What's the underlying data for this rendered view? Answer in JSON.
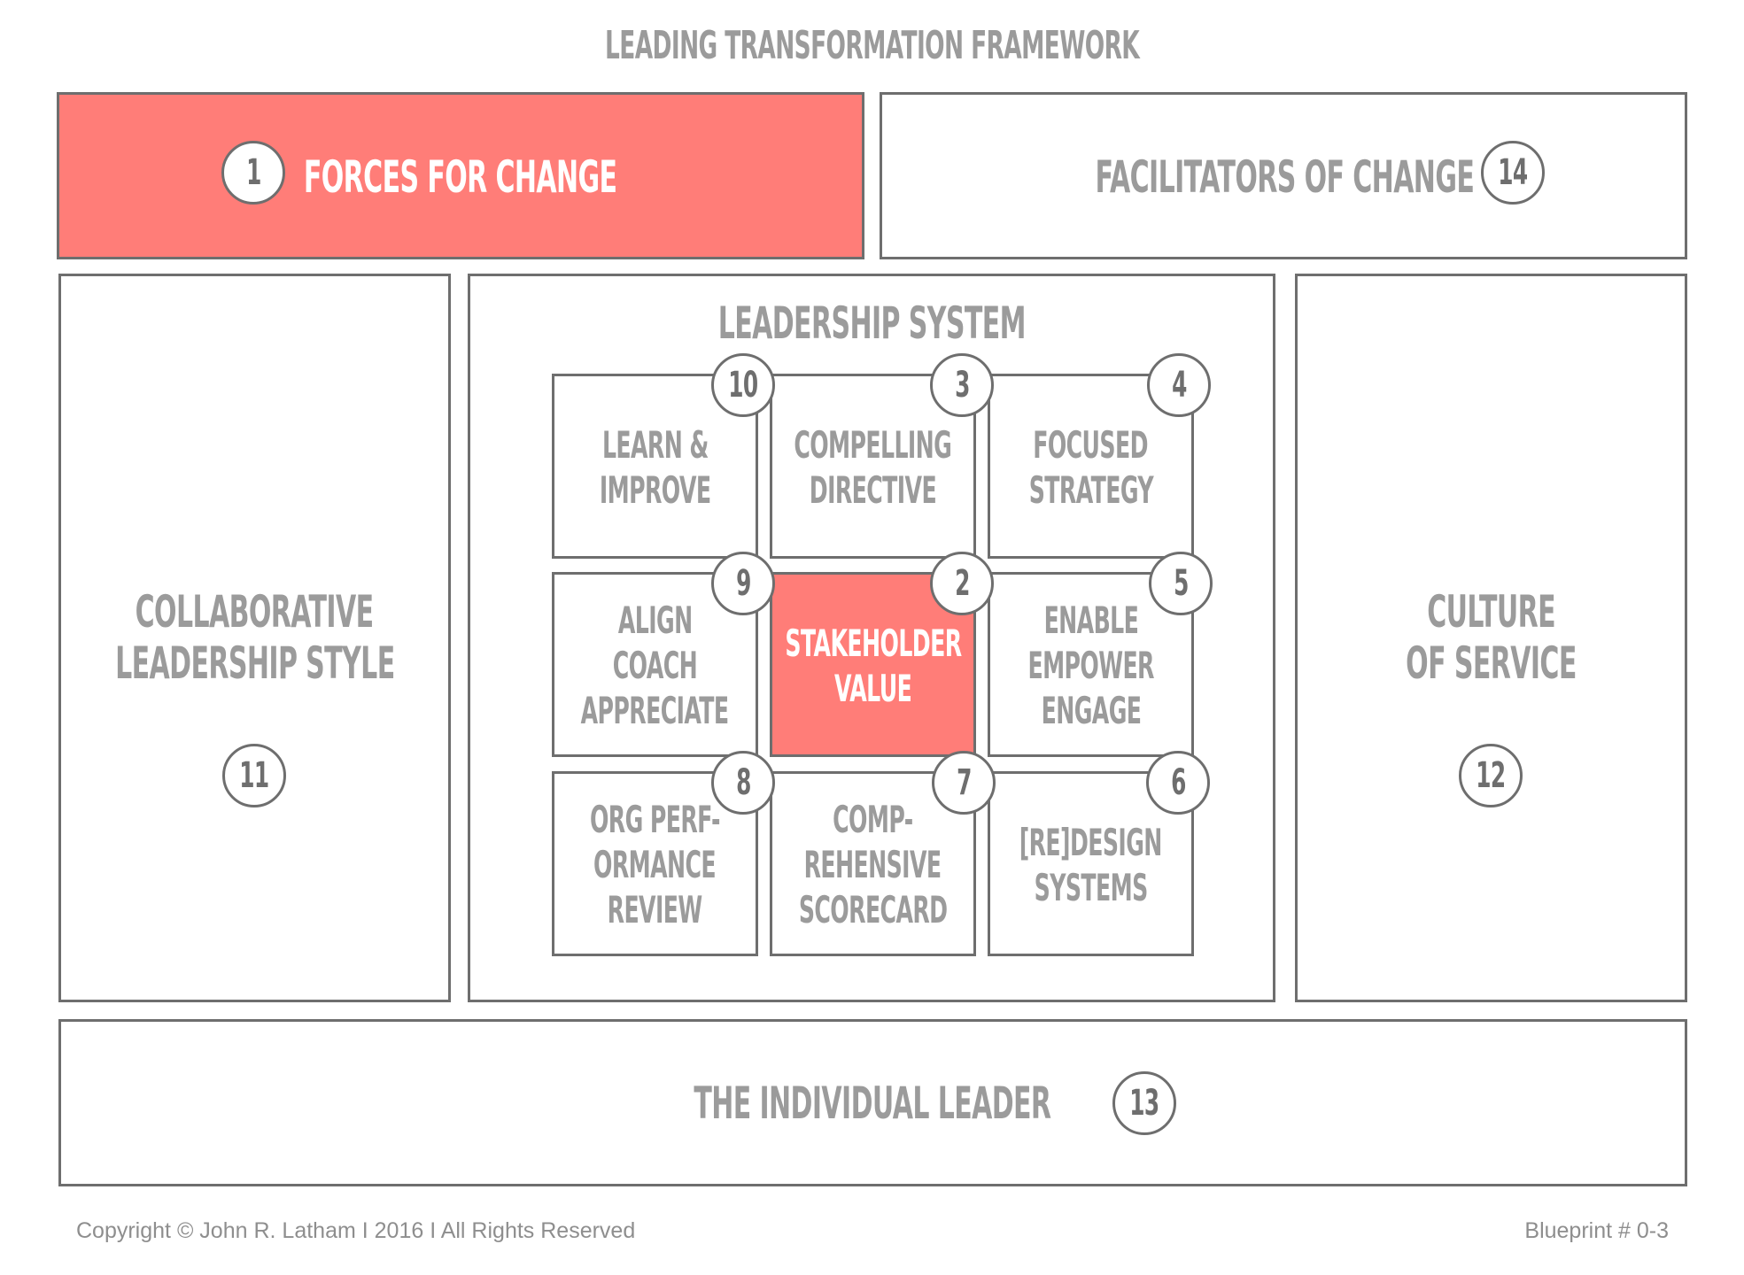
{
  "title": "LEADING TRANSFORMATION FRAMEWORK",
  "forces": {
    "label": "FORCES FOR CHANGE",
    "number": "1"
  },
  "facilitators": {
    "label": "FACILITATORS OF CHANGE",
    "number": "14"
  },
  "collaborative": {
    "lines": [
      "COLLABORATIVE",
      "LEADERSHIP STYLE"
    ],
    "number": "11"
  },
  "culture": {
    "lines": [
      "CULTURE",
      "OF SERVICE"
    ],
    "number": "12"
  },
  "leadership_system": {
    "title": "LEADERSHIP SYSTEM",
    "cells": [
      {
        "lines": [
          "LEARN &",
          "IMPROVE"
        ],
        "number": "10"
      },
      {
        "lines": [
          "COMPELLING",
          "DIRECTIVE"
        ],
        "number": "3"
      },
      {
        "lines": [
          "FOCUSED",
          "STRATEGY"
        ],
        "number": "4"
      },
      {
        "lines": [
          "ALIGN",
          "COACH",
          "APPRECIATE"
        ],
        "number": "9"
      },
      {
        "lines": [
          "STAKEHOLDER",
          "VALUE"
        ],
        "number": "2"
      },
      {
        "lines": [
          "ENABLE",
          "EMPOWER",
          "ENGAGE"
        ],
        "number": "5"
      },
      {
        "lines": [
          "ORG PERF-",
          "ORMANCE",
          "REVIEW"
        ],
        "number": "8"
      },
      {
        "lines": [
          "COMP-",
          "REHENSIVE",
          "SCORECARD"
        ],
        "number": "7"
      },
      {
        "lines": [
          "[RE]DESIGN",
          "SYSTEMS"
        ],
        "number": "6"
      }
    ]
  },
  "individual": {
    "label": "THE INDIVIDUAL LEADER",
    "number": "13"
  },
  "footer": {
    "copyright": "Copyright © John R. Latham  I  2016  I  All Rights Reserved",
    "blueprint": "Blueprint # 0-3"
  },
  "colors": {
    "accent": "#ff7d78",
    "border": "#6e6e6e",
    "text": "#9b9b9b"
  }
}
